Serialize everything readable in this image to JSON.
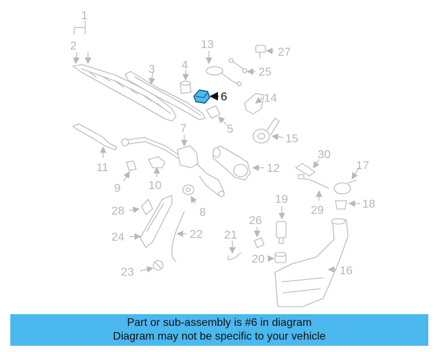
{
  "diagram": {
    "highlight_color": "#4bb8ee",
    "highlighted_part": "6",
    "callouts": [
      "1",
      "2",
      "3",
      "4",
      "5",
      "6",
      "7",
      "8",
      "9",
      "10",
      "11",
      "12",
      "13",
      "14",
      "15",
      "16",
      "17",
      "18",
      "19",
      "20",
      "21",
      "22",
      "23",
      "24",
      "25",
      "26",
      "27",
      "28",
      "29",
      "30"
    ]
  },
  "caption": {
    "line1": "Part or sub-assembly is #6 in diagram",
    "line2": "Diagram may not be specific to your vehicle"
  }
}
